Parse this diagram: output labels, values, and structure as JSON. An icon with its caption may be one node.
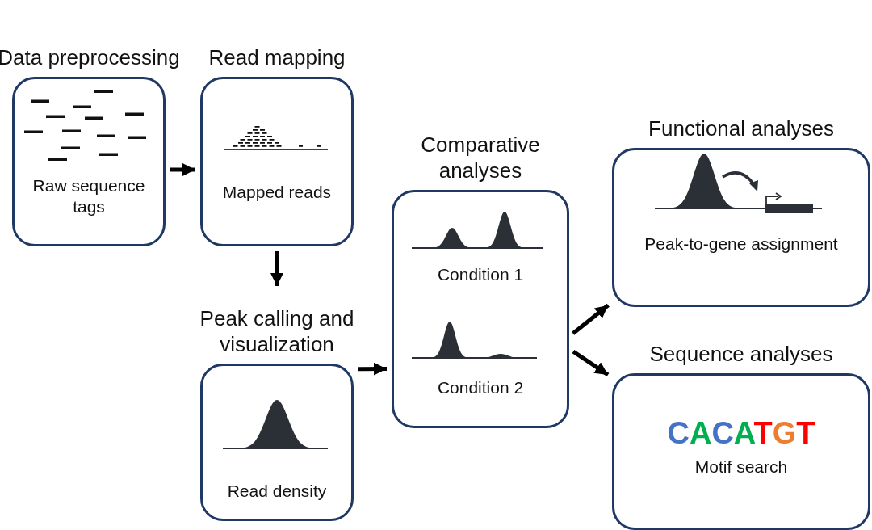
{
  "diagram": {
    "nodes": [
      {
        "text": [
          "Data preprocessing",
          "Raw sequence tags"
        ]
      },
      {
        "text": [
          "Read mapping",
          "Mapped reads"
        ]
      },
      {
        "text": [
          "Peak calling and visualization",
          "Read density"
        ]
      },
      {
        "text": [
          "Comparative analyses",
          "Condition 1",
          "Condition 2"
        ]
      },
      {
        "text": [
          "Functional analyses",
          "Peak-to-gene assignment"
        ]
      },
      {
        "text": [
          "Sequence analyses",
          "CACATGT",
          "Motif search"
        ]
      }
    ],
    "edges": [
      {
        "from": 0,
        "to": 1,
        "arrow": "to"
      },
      {
        "from": 1,
        "to": 2,
        "arrow": "to"
      },
      {
        "from": 2,
        "to": 3,
        "arrow": "to"
      },
      {
        "from": 3,
        "to": 4,
        "arrow": "to"
      },
      {
        "from": 3,
        "to": 5,
        "arrow": "to"
      }
    ]
  }
}
